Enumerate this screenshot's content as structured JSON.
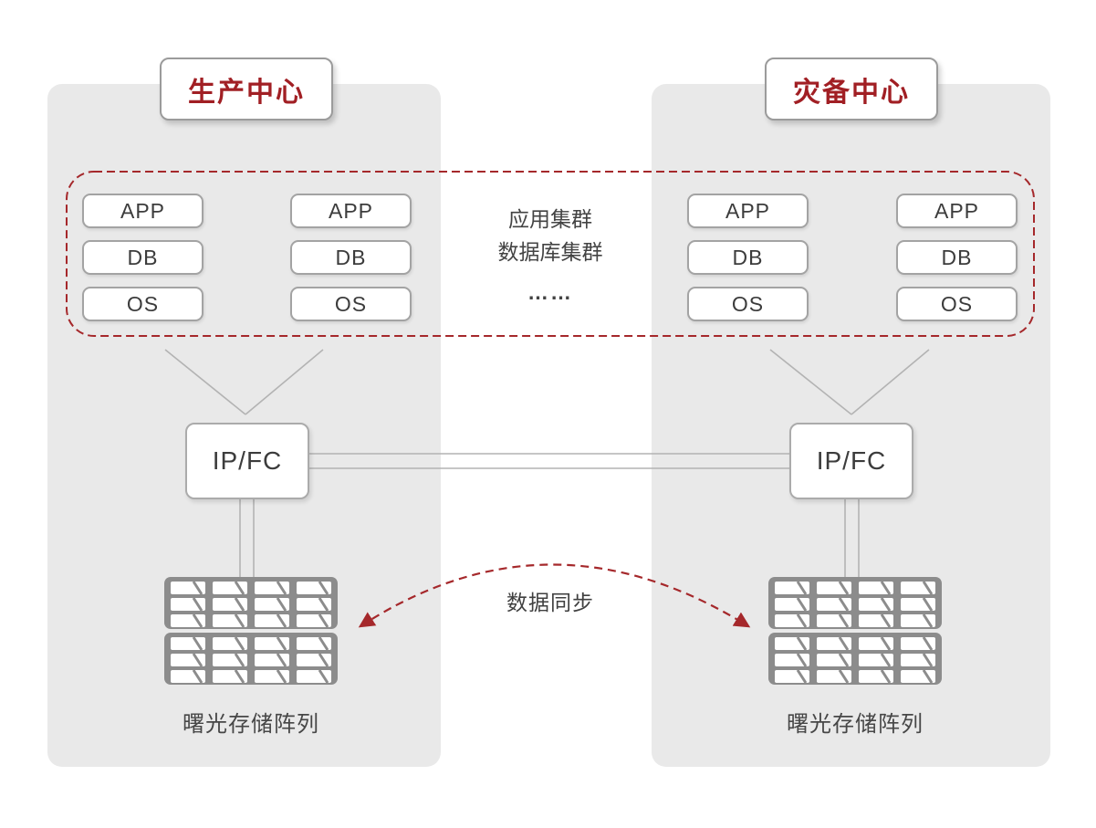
{
  "diagram": {
    "centers": [
      {
        "title": "生产中心",
        "switch_label": "IP/FC",
        "storage_label": "曙光存储阵列",
        "nodes": [
          {
            "layers": [
              "APP",
              "DB",
              "OS"
            ]
          },
          {
            "layers": [
              "APP",
              "DB",
              "OS"
            ]
          }
        ]
      },
      {
        "title": "灾备中心",
        "switch_label": "IP/FC",
        "storage_label": "曙光存储阵列",
        "nodes": [
          {
            "layers": [
              "APP",
              "DB",
              "OS"
            ]
          },
          {
            "layers": [
              "APP",
              "DB",
              "OS"
            ]
          }
        ]
      }
    ],
    "cluster_note": {
      "line1": "应用集群",
      "line2": "数据库集群",
      "ellipsis": "……"
    },
    "sync_label": "数据同步"
  },
  "colors": {
    "accent_red": "#a11f24",
    "dashed_red": "#a5282b",
    "panel_gray": "#e9e9e9",
    "line_gray": "#b3b3b3",
    "storage_gray": "#8c8c8c",
    "text_dark": "#3c3c3c"
  }
}
